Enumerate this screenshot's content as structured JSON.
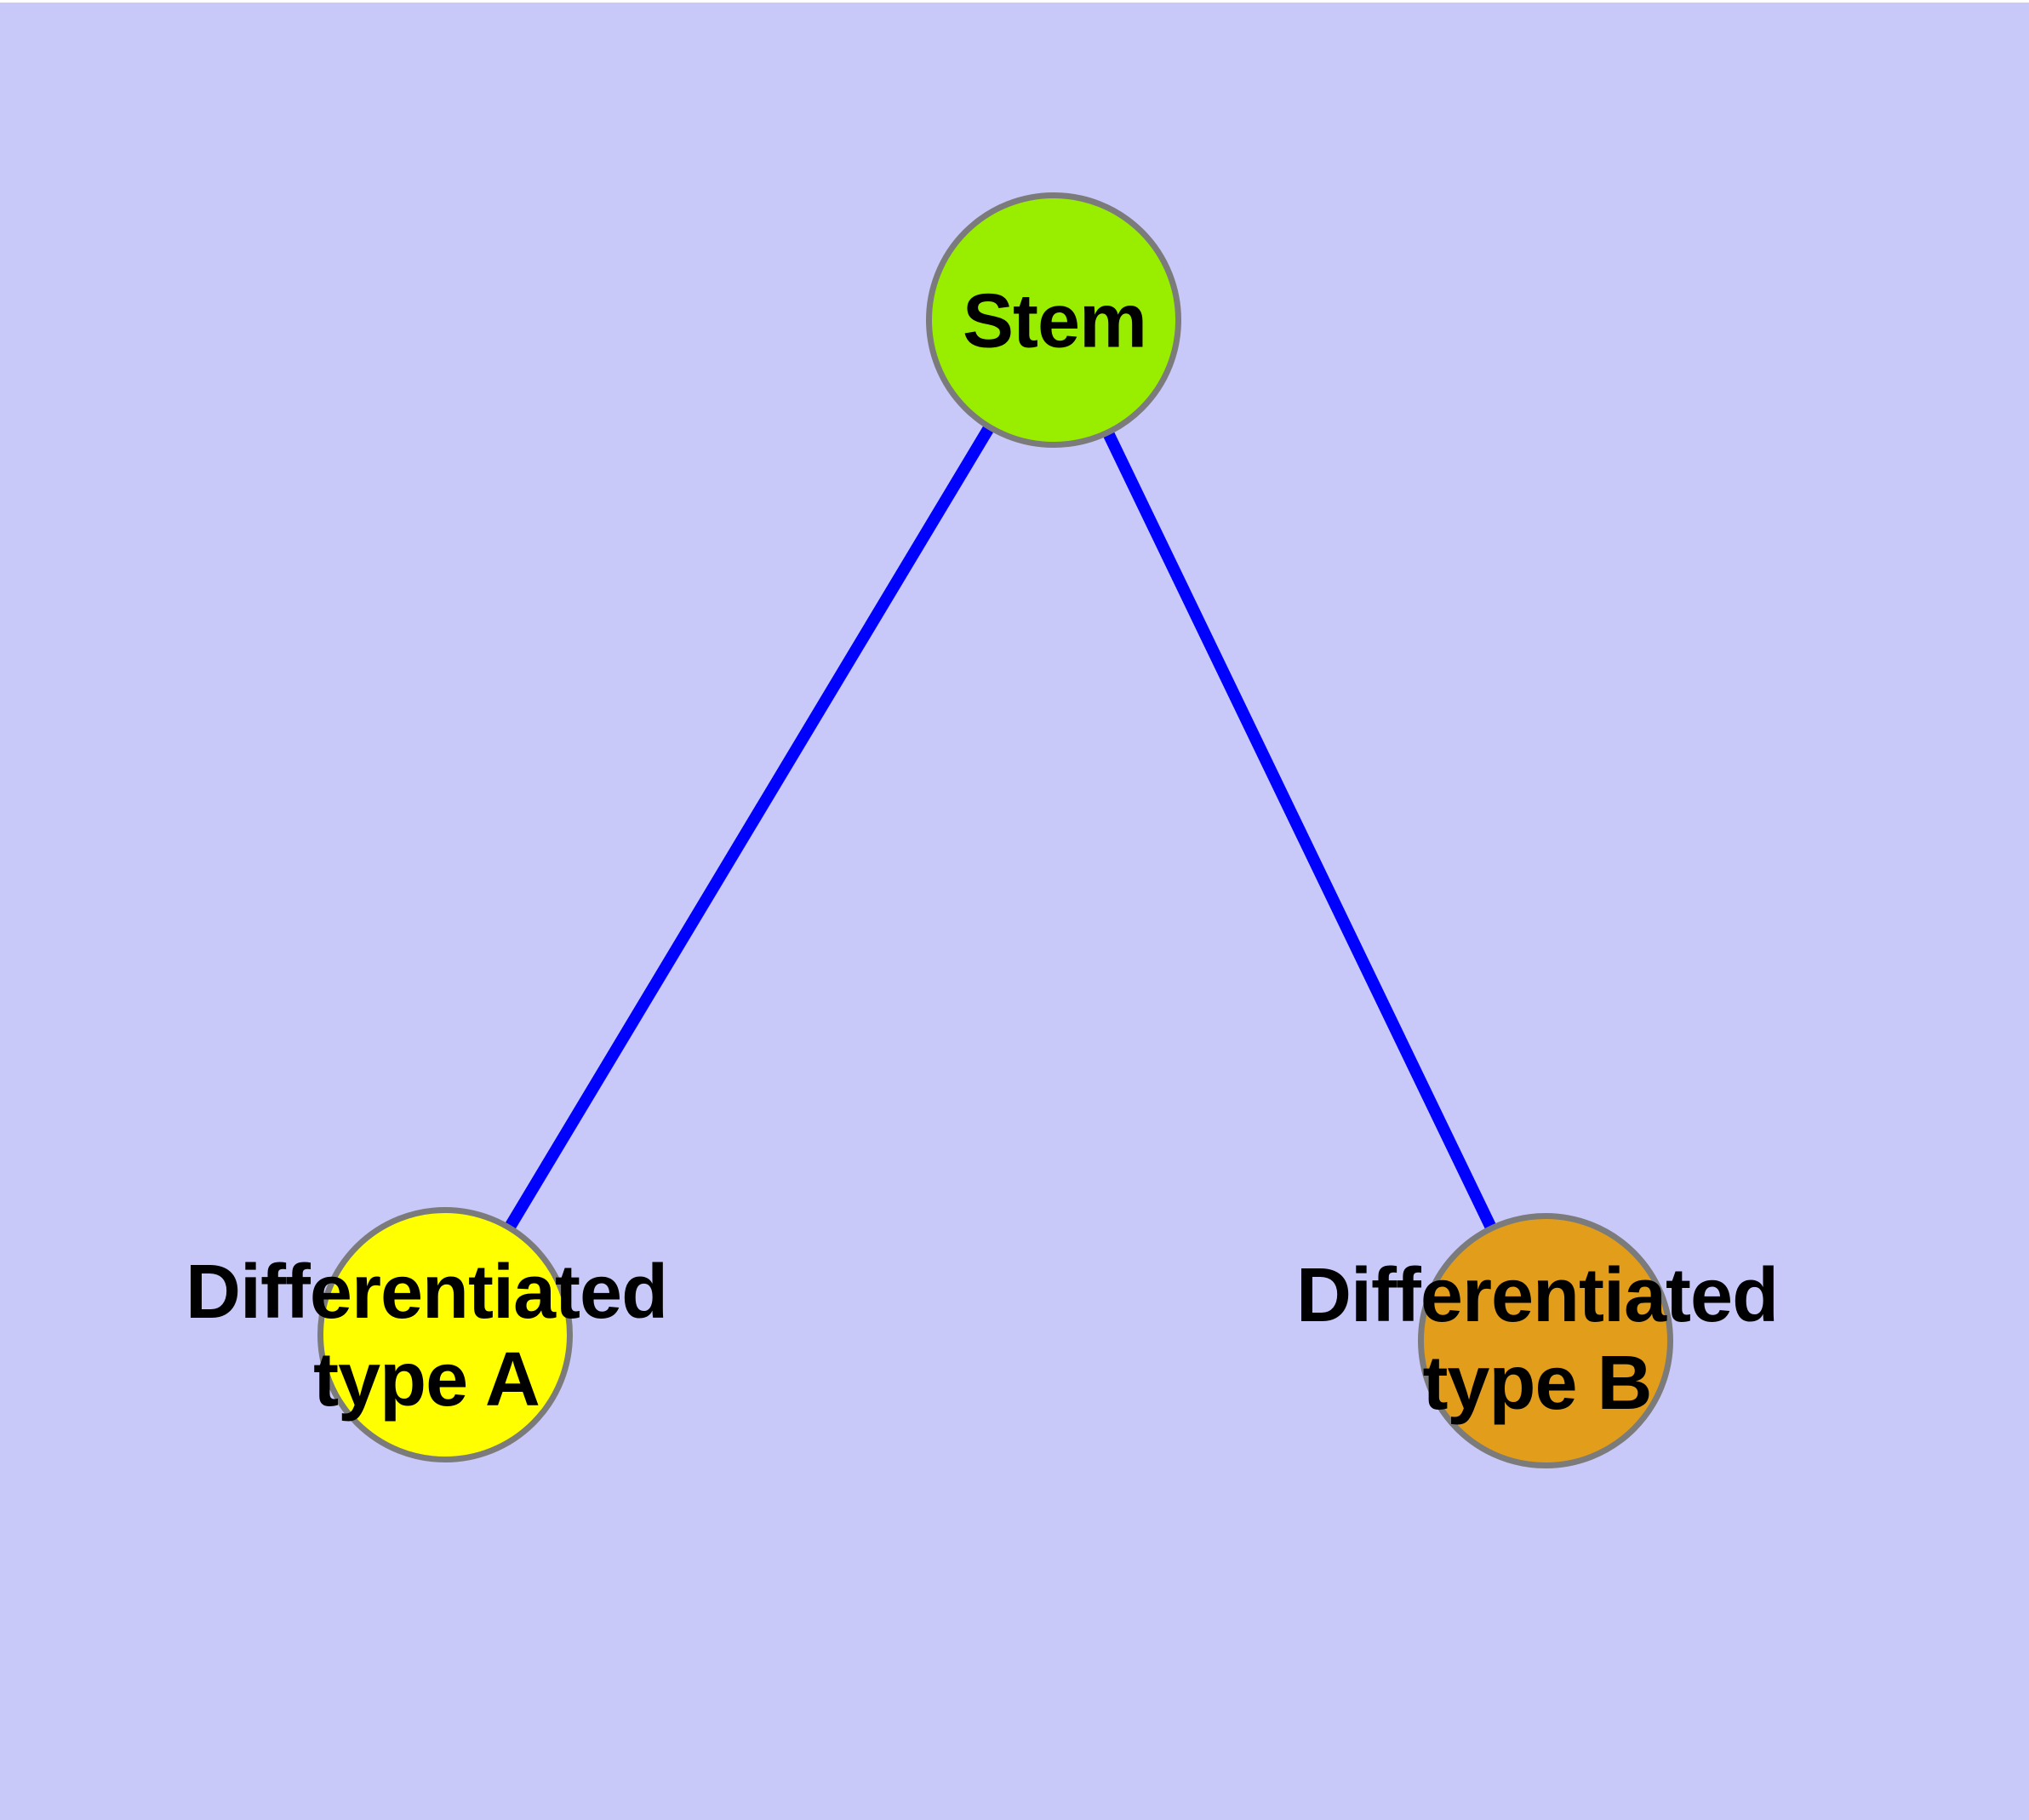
{
  "diagram": {
    "background_color": "#c8c9f8",
    "edge_color": "#0000ff",
    "node_border_color": "#7b7b7b",
    "nodes": {
      "stem": {
        "label": "Stem",
        "fill": "#99ee00",
        "shape": "circle"
      },
      "type_a": {
        "label": "Differentiated\ntype A",
        "fill": "#ffff00",
        "shape": "circle"
      },
      "type_b": {
        "label": "Differentiated\ntype B",
        "fill": "#e29d1b",
        "shape": "circle"
      }
    },
    "edges": [
      {
        "from": "Stem",
        "to": "Differentiated type A"
      },
      {
        "from": "Stem",
        "to": "Differentiated type B"
      }
    ]
  }
}
